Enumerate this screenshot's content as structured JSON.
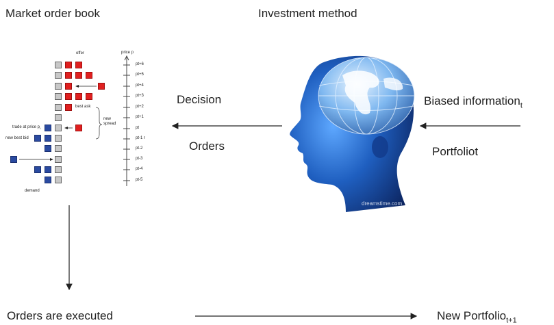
{
  "labels": {
    "market_order_book": "Market order book",
    "investment_method": "Investment method",
    "decision": "Decision",
    "orders": "Orders",
    "biased_information": "Biased information",
    "biased_information_sub": "t",
    "portfolio": "Portfoliot",
    "orders_executed": "Orders are executed",
    "new_portfolio": "New Portfolio",
    "new_portfolio_sub": "t+1",
    "watermark": "dreamstime.com"
  },
  "order_book": {
    "offer": "offer",
    "price_header": "price p",
    "best_ask": "best ask",
    "new_spread": "new spread",
    "trade_at_price": "trade at price p",
    "trade_sub": "t",
    "new_best_bid": "new best bid",
    "demand": "demand",
    "price_ticks": [
      "pt+6",
      "pt+5",
      "pt+4",
      "pt+3",
      "pt+2",
      "pt+1",
      "pt",
      "pt-1 r",
      "pt-2",
      "pt-3",
      "pt-4",
      "pt-5"
    ]
  },
  "colors": {
    "ask": "#e02020",
    "bid": "#2a4aa0",
    "neutral": "#c8c8c8",
    "arrow": "#222222"
  }
}
